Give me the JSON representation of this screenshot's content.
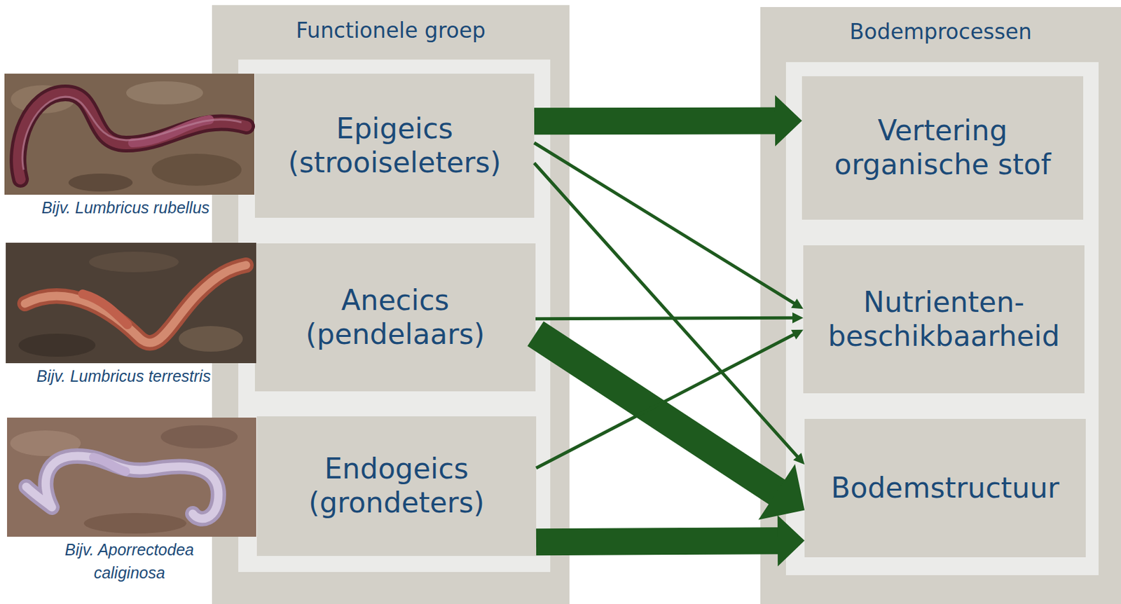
{
  "diagram": {
    "nodes": [
      {
        "text": [
          "Functionele groep"
        ]
      },
      {
        "text": [
          "Epigeics (strooiseleters)"
        ],
        "in": 0
      },
      {
        "text": [
          "Anecics (pendelaars)"
        ],
        "in": 0
      },
      {
        "text": [
          "Endogeics (grondeters)"
        ],
        "in": 0
      },
      {
        "text": [
          "Bodemprocessen"
        ]
      },
      {
        "text": [
          "Vertering organische stof"
        ],
        "in": 4
      },
      {
        "text": [
          "Nutrienten- beschikbaarheid"
        ],
        "in": 4
      },
      {
        "text": [
          "Bodemstructuur"
        ],
        "in": 4
      }
    ],
    "edges": [
      {
        "from": 1,
        "to": 5,
        "arrow": "to"
      },
      {
        "from": 1,
        "to": 6,
        "arrow": "to"
      },
      {
        "from": 1,
        "to": 7,
        "arrow": "to"
      },
      {
        "from": 2,
        "to": 6,
        "arrow": "to"
      },
      {
        "from": 2,
        "to": 7,
        "arrow": "to"
      },
      {
        "from": 3,
        "to": 6,
        "arrow": "to"
      },
      {
        "from": 3,
        "to": 7,
        "arrow": "to"
      }
    ],
    "labels": [
      "Bijv. Lumbricus rubellus",
      "Bijv. Lumbricus terrestris",
      "Bijv. Aporrectodea caliginosa"
    ]
  }
}
